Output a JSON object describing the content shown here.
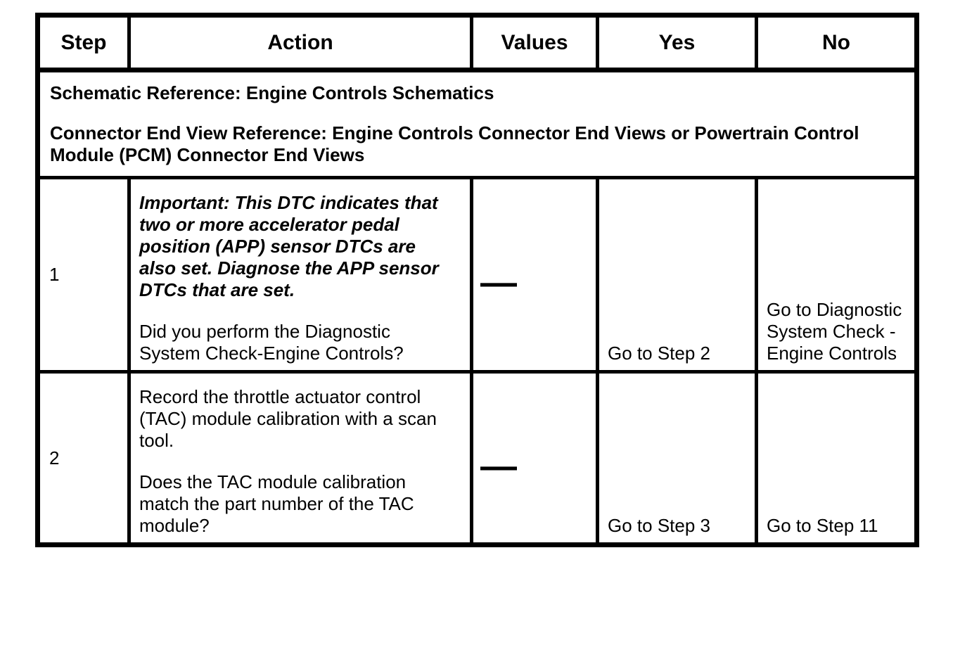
{
  "colors": {
    "text": "#000000",
    "border": "#000000",
    "background": "#ffffff"
  },
  "table": {
    "headers": [
      "Step",
      "Action",
      "Values",
      "Yes",
      "No"
    ],
    "reference": {
      "schematic": "Schematic Reference: Engine Controls Schematics",
      "connector_end_view": "Connector End View Reference: Engine Controls Connector End Views or Powertrain Control Module (PCM) Connector End Views"
    },
    "rows": [
      {
        "step": "1",
        "action": {
          "important": "Important: This DTC indicates that two or more accelerator pedal position (APP) sensor DTCs are also set. Diagnose the APP sensor DTCs that are set.",
          "question": "Did you perform the Diagnostic System Check-Engine Controls?"
        },
        "values": "—",
        "yes": "Go to Step 2",
        "no": "Go to Diagnostic System Check - Engine Controls"
      },
      {
        "step": "2",
        "action": {
          "instruction": "Record the throttle actuator control (TAC) module calibration with a scan tool.",
          "question": "Does the TAC module calibration match the part number of the TAC module?"
        },
        "values": "—",
        "yes": "Go to Step 3",
        "no": "Go to Step 11"
      }
    ]
  }
}
